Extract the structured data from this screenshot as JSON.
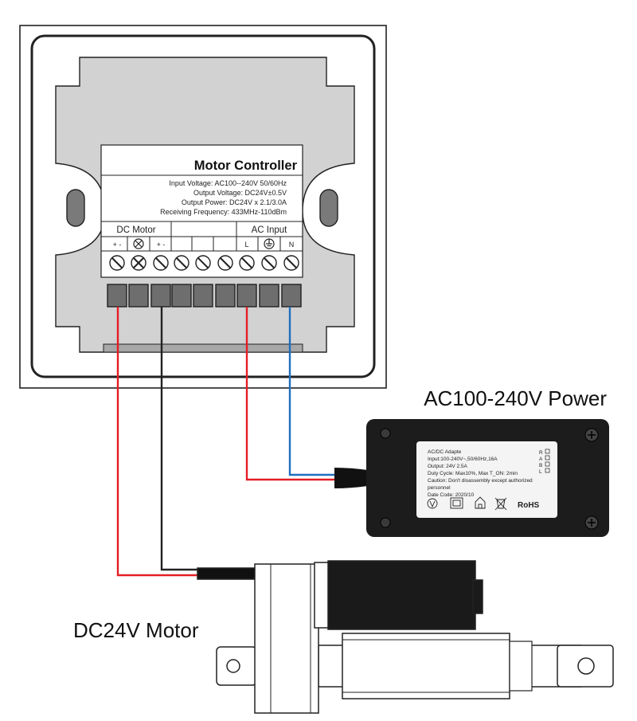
{
  "controller": {
    "title": "Motor Controller",
    "specs": [
      "Input Voltage: AC100--240V 50/60Hz",
      "Output Voltage: DC24V±0.5V",
      "Output Power: DC24V x 2.1/3.0A",
      "Receiving Frequency: 433MHz-110dBm"
    ],
    "dc_section": "DC Motor",
    "ac_section": "AC Input",
    "pin_plus_minus_1": "+ -",
    "pin_plus_minus_2": "+ -",
    "pin_l": "L",
    "pin_n": "N"
  },
  "power_label": "AC100-240V Power",
  "motor_label": "DC24V Motor",
  "adapter": {
    "lines": [
      "AC/DC Adapte",
      "Input:100-240V~,50/60Hz,16A",
      "Output: 24V     2.5A",
      "Duty Cycle: Max10%, Max T_ON: 2min",
      "Caution: Don't disassembly except authorized",
      "personnel",
      "Date Code: 2020/10"
    ],
    "side_marks": [
      "R",
      "A",
      "B",
      "L"
    ],
    "rohs": "RoHS"
  },
  "colors": {
    "red_wire": "#e31e24",
    "blue_wire": "#1f6fc1",
    "black_wire": "#222222",
    "terminal_gray": "#6e6e6e"
  }
}
